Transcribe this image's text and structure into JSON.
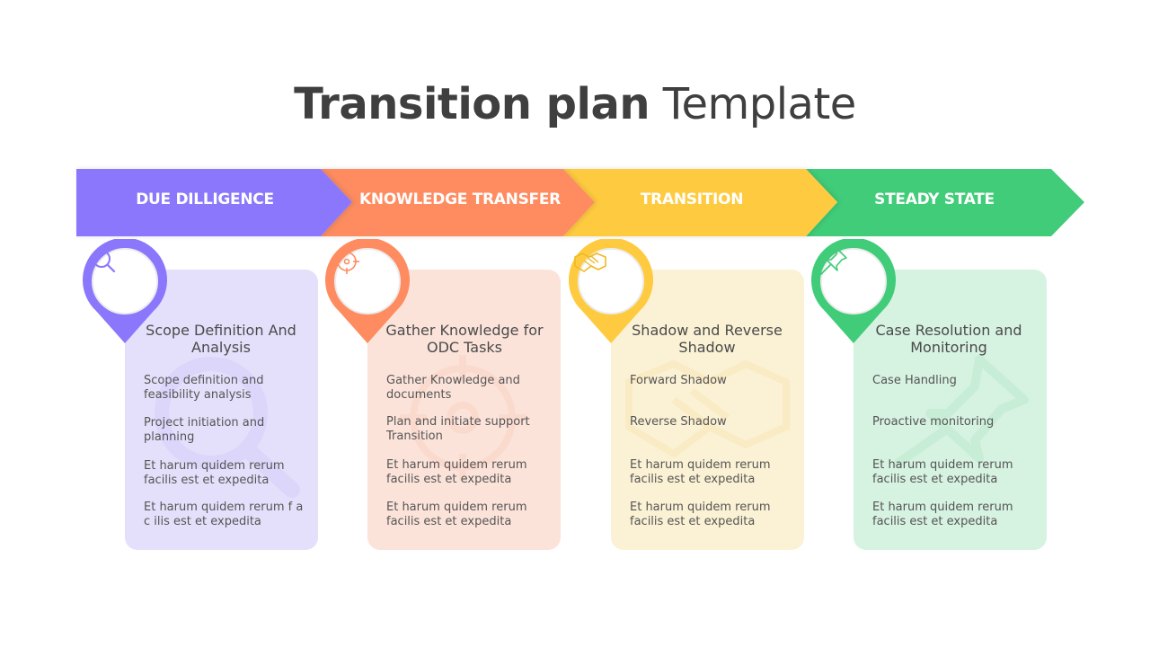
{
  "title": {
    "bold": "Transition plan",
    "light": " Template"
  },
  "phases": [
    {
      "label": "DUE DILLIGENCE",
      "color": "#8b77fb",
      "card_bg": "#e4e0fb",
      "icon": "search-icon",
      "card_title": "Scope Definition And Analysis",
      "bullets": [
        "Scope definition  and feasibility analysis",
        "Project initiation  and planning",
        "Et harum quidem  rerum facilis est et expedita",
        "Et harum quidem  rerum f a c ilis  est et expedita"
      ]
    },
    {
      "label": "KNOWLEDGE TRANSFER",
      "color": "#fe8c60",
      "card_bg": "#fce3da",
      "icon": "target-icon",
      "card_title": "Gather Knowledge for ODC Tasks",
      "bullets": [
        "Gather Knowledge  and documents",
        "Plan and initiate support Transition",
        "Et harum quidem  rerum facilis est et expedita",
        "Et harum quidem  rerum facilis est et expedita"
      ]
    },
    {
      "label": "TRANSITION",
      "color": "#fecb40",
      "card_bg": "#fbf1d4",
      "icon": "handshake-icon",
      "card_title": "Shadow and Reverse Shadow",
      "bullets": [
        "Forward Shadow",
        "Reverse Shadow",
        "Et harum quidem  rerum facilis est et expedita",
        "Et harum quidem  rerum facilis est et expedita"
      ]
    },
    {
      "label": "STEADY STATE",
      "color": "#40cc78",
      "card_bg": "#d6f2e1",
      "icon": "pushpin-icon",
      "card_title": "Case Resolution and Monitoring",
      "bullets": [
        "Case Handling",
        "Proactive monitoring",
        "Et harum quidem  rerum facilis est et expedita",
        "Et harum quidem  rerum facilis est et expedita"
      ]
    }
  ]
}
